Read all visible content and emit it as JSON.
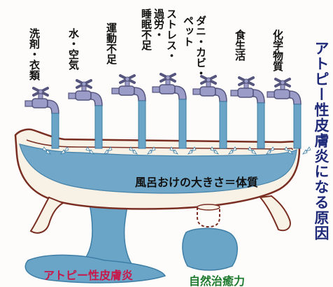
{
  "title": "アトピー性皮膚炎になる原因",
  "causes": [
    {
      "id": "c1",
      "label": "洗剤・衣類"
    },
    {
      "id": "c2",
      "label": "水・空気"
    },
    {
      "id": "c3",
      "label": "運動不足"
    },
    {
      "id": "c4",
      "label": "ストレス・\n過労・\n睡眠不足"
    },
    {
      "id": "c5",
      "label": "ダニ・カビ・\nペット"
    },
    {
      "id": "c6",
      "label": "食生活"
    },
    {
      "id": "c7",
      "label": "化学物質"
    }
  ],
  "bathtub_caption": "風呂おけの大きさ＝体質",
  "overflow_label": "アトピー性皮膚炎",
  "drain_label": "自然治癒力",
  "colors": {
    "water": "#6aa5c8",
    "water_dark": "#3e7ea6",
    "tub_fill": "#f7f1e6",
    "tub_stroke": "#7a2e22",
    "faucet": "#9c9cc8",
    "faucet_stroke": "#55557e",
    "title": "#1f2a78",
    "overflow_text": "#c8184a",
    "drain_text": "#1e7a2e"
  },
  "icons": [
    "faucet-icon",
    "bathtub-icon",
    "water-drop-icon",
    "drain-pipe-icon"
  ]
}
